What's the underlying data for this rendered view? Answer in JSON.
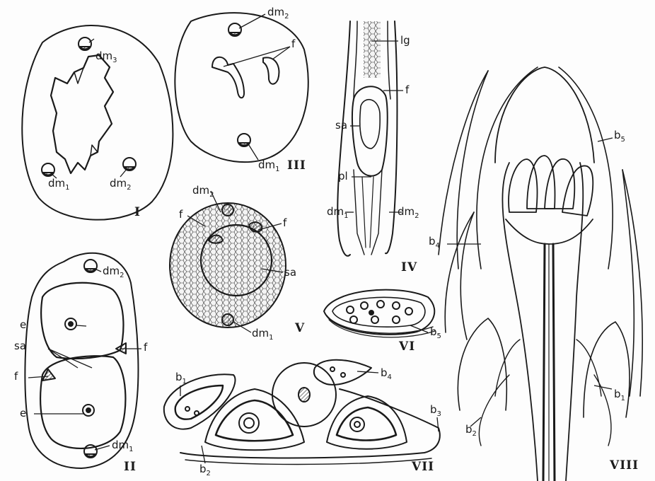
{
  "colors": {
    "ink": "#1a1a1a",
    "paper": "#fdfdfd",
    "tissue": "#d8d8d8"
  },
  "panel_labels": {
    "I": "I",
    "II": "II",
    "III": "III",
    "IV": "IV",
    "V": "V",
    "VI": "VI",
    "VII": "VII",
    "VIII": "VIII"
  },
  "labels": {
    "p1_dm3": "dm",
    "p1_dm3_sub": "3",
    "p1_dm1": "dm",
    "p1_dm1_sub": "1",
    "p1_dm2": "dm",
    "p1_dm2_sub": "2",
    "p2_dm2": "dm",
    "p2_dm2_sub": "2",
    "p2_e_top": "e",
    "p2_sa": "sa",
    "p2_f_right": "f",
    "p2_f_left": "f",
    "p2_e_bottom": "e",
    "p2_dm1": "dm",
    "p2_dm1_sub": "1",
    "p3_dm2": "dm",
    "p3_dm2_sub": "2",
    "p3_f": "f",
    "p3_dm1": "dm",
    "p3_dm1_sub": "1",
    "p4_lg": "lg",
    "p4_f": "f",
    "p4_sa": "sa",
    "p4_pl": "pl",
    "p4_dm1": "dm",
    "p4_dm1_sub": "1",
    "p4_dm2": "dm",
    "p4_dm2_sub": "2",
    "p5_dm2": "dm",
    "p5_dm2_sub": "2",
    "p5_f_left": "f",
    "p5_f_right": "f",
    "p5_sa": "sa",
    "p5_dm1": "dm",
    "p5_dm1_sub": "1",
    "p6_b5": "b",
    "p6_b5_sub": "5",
    "p7_b1": "b",
    "p7_b1_sub": "1",
    "p7_b4": "b",
    "p7_b4_sub": "4",
    "p7_b3": "b",
    "p7_b3_sub": "3",
    "p7_b2": "b",
    "p7_b2_sub": "2",
    "p8_b5": "b",
    "p8_b5_sub": "5",
    "p8_b4": "b",
    "p8_b4_sub": "4",
    "p8_b1": "b",
    "p8_b1_sub": "1",
    "p8_b2": "b",
    "p8_b2_sub": "2"
  }
}
